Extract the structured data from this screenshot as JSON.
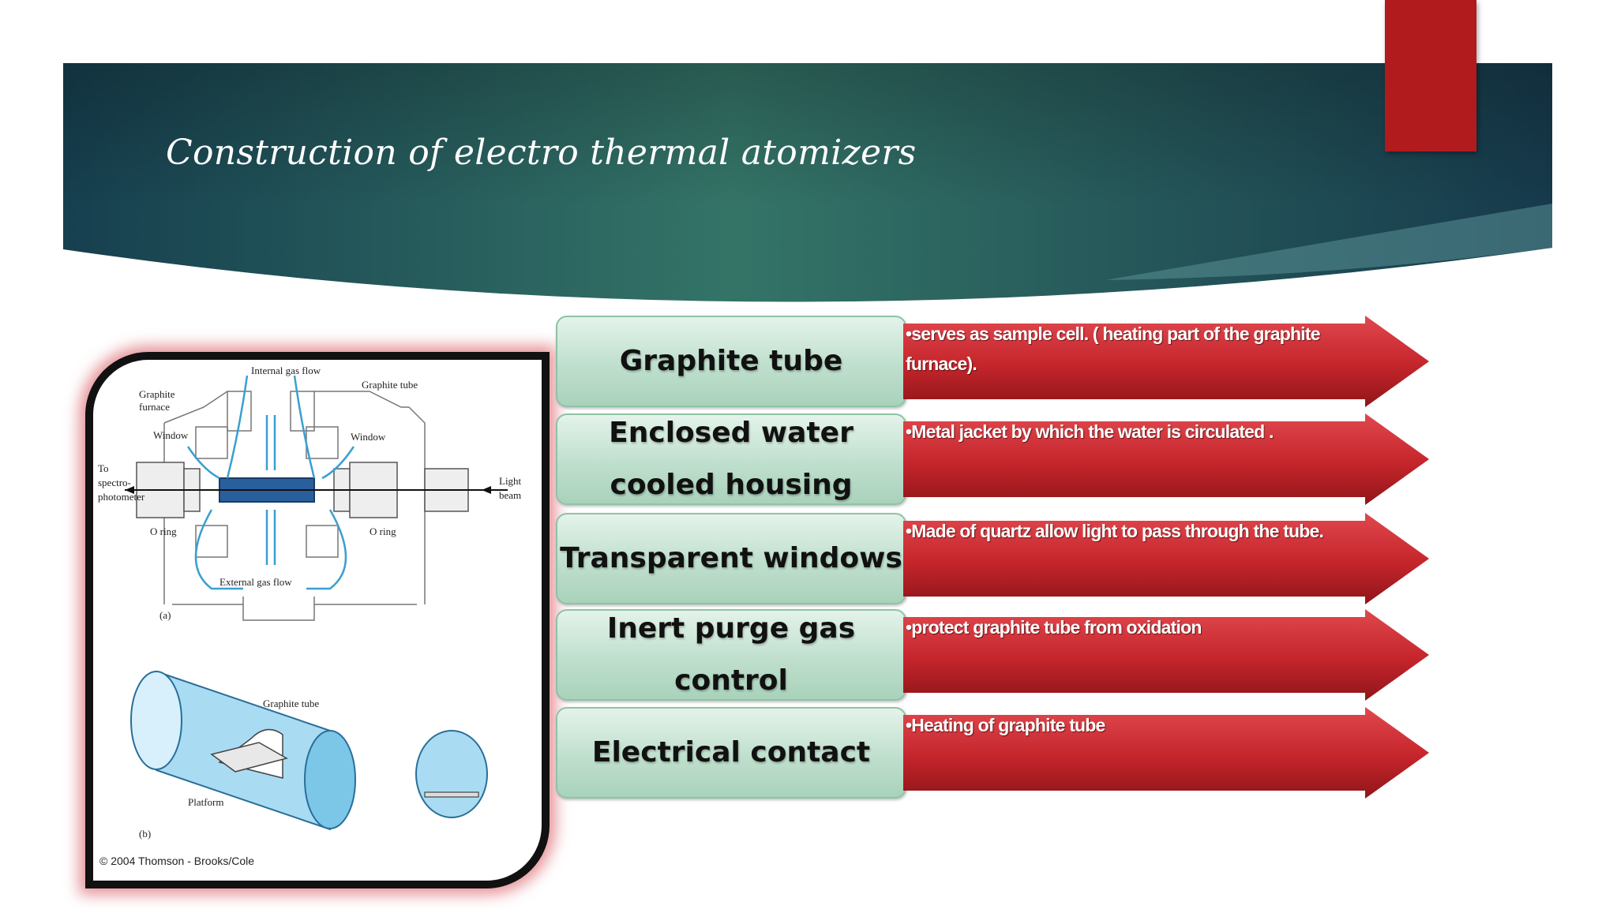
{
  "slide": {
    "title": "Construction of electro thermal atomizers"
  },
  "colors": {
    "banner_dark": "#15384a",
    "banner_mid": "#347467",
    "accent_red": "#b11b1e",
    "label_green": "#bfdfcd",
    "arrow_red": "#cf2a30"
  },
  "figure": {
    "labels": {
      "internal_gas_flow": "Internal gas flow",
      "graphite_tube_top": "Graphite tube",
      "graphite": "Graphite",
      "furnace": "furnace",
      "window_left": "Window",
      "window_right": "Window",
      "to": "To",
      "spectro": "spectro-",
      "photometer": "photometer",
      "light": "Light",
      "beam": "beam",
      "o_ring_left": "O ring",
      "o_ring_right": "O ring",
      "external_gas_flow": "External gas flow",
      "part_a": "(a)",
      "graphite_tube_bottom": "Graphite tube",
      "platform": "Platform",
      "part_b": "(b)",
      "credit": "© 2004 Thomson - Brooks/Cole"
    }
  },
  "components": [
    {
      "label": "Graphite tube",
      "description": "•serves as sample cell. ( heating part of the graphite furnace)."
    },
    {
      "label": "Enclosed water cooled housing",
      "description": "•Metal jacket by which the water is circulated ."
    },
    {
      "label": "Transparent windows",
      "description": "•Made of quartz allow light to pass through the tube."
    },
    {
      "label": "Inert purge gas control",
      "description": "•protect  graphite tube  from oxidation"
    },
    {
      "label": "Electrical contact",
      "description": "•Heating of graphite tube"
    }
  ]
}
